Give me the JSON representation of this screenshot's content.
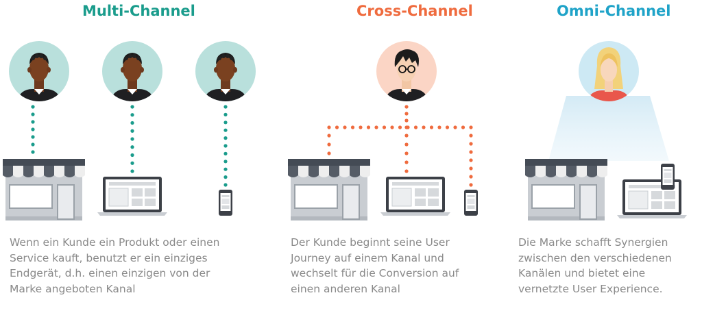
{
  "columns": [
    {
      "title": "Multi-Channel",
      "title_color": "#1a9c8c",
      "line_color": "#1a9c8c",
      "description": "Wenn ein Kunde ein Produkt oder einen\nService kauft, benutzt er ein einziges\nEndgerät, d.h. einen einzigen von der\nMarke angeboten Kanal"
    },
    {
      "title": "Cross-Channel",
      "title_color": "#ef6b3e",
      "line_color": "#ef6b3e",
      "description": "Der Kunde beginnt seine User\nJourney auf einem Kanal und\nwechselt für die Conversion auf\neinen anderen Kanal"
    },
    {
      "title": "Omni-Channel",
      "title_color": "#1fa3c8",
      "line_color": "#1fa3c8",
      "description": "Die Marke schafft Synergien\nzwischen den verschiedenen\nKanälen und bietet eine\nvernetzte User Experience."
    }
  ],
  "colors": {
    "avatar_bg_multi": "#b9e0dc",
    "avatar_bg_cross": "#fbd5c5",
    "avatar_bg_omni": "#cde9f4",
    "beam": "#dff0f8",
    "store_awning_dark": "#555c66",
    "store_awning_light": "#eeeeee",
    "store_body": "#c9cdd2",
    "device_dark": "#3c4047"
  },
  "icons": [
    "person-male-icon",
    "person-glasses-icon",
    "person-female-icon",
    "store-icon",
    "laptop-icon",
    "smartphone-icon"
  ]
}
